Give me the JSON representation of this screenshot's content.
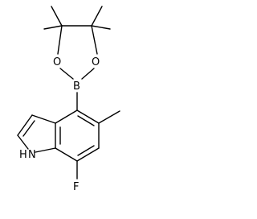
{
  "atoms": {
    "oxygen_left": "O",
    "oxygen_right": "O",
    "boron": "B",
    "nitrogen": "N",
    "hydrogen": "H",
    "fluorine": "F"
  }
}
